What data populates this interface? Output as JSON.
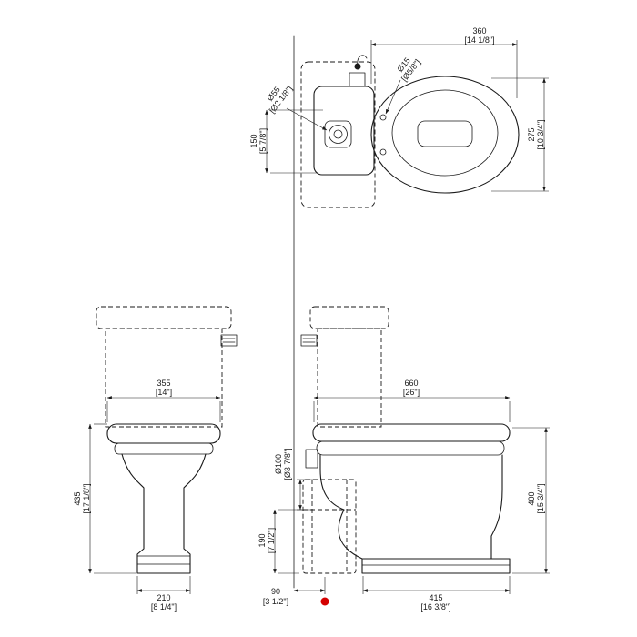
{
  "colors": {
    "line": "#1a1a1a",
    "marker": "#d40000",
    "background": "#ffffff"
  },
  "dims": {
    "bowl_width": {
      "mm": "360",
      "inch": "[14 1/8\"]"
    },
    "seat_hole": {
      "mm": "Ø15",
      "inch": "[Ø5/8\"]"
    },
    "button": {
      "mm": "Ø55",
      "inch": "[Ø2 1/8\"]"
    },
    "button_offset": {
      "mm": "150",
      "inch": "[5 7/8\"]"
    },
    "bowl_depth": {
      "mm": "275",
      "inch": "[10 3/4\"]"
    },
    "tank_width": {
      "mm": "355",
      "inch": "[14\"]"
    },
    "front_height": {
      "mm": "435",
      "inch": "[17 1/8\"]"
    },
    "base_width": {
      "mm": "210",
      "inch": "[8 1/4\"]"
    },
    "total_depth": {
      "mm": "660",
      "inch": "[26\"]"
    },
    "side_height": {
      "mm": "400",
      "inch": "[15 3/4\"]"
    },
    "outlet": {
      "mm": "Ø100",
      "inch": "[Ø3 7/8\"]"
    },
    "outlet_height": {
      "mm": "190",
      "inch": "[7 1/2\"]"
    },
    "outlet_offset": {
      "mm": "90",
      "inch": "[3 1/2\"]"
    },
    "base_depth": {
      "mm": "415",
      "inch": "[16 3/8\"]"
    }
  }
}
